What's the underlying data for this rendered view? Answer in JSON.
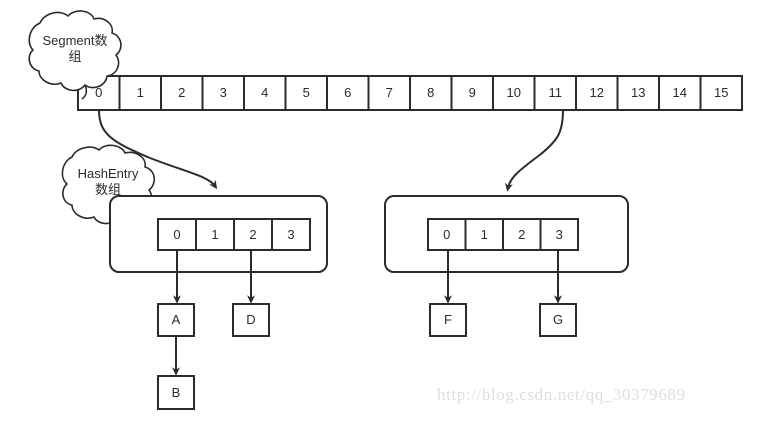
{
  "diagram": {
    "title": "ConcurrentHashMap segment and hash entry structure",
    "colors": {
      "stroke": "#2b2b2b",
      "fill": "#ffffff",
      "background": "#ffffff",
      "watermark": "#dedede"
    },
    "segment_array": {
      "label": "segment-array",
      "cells": [
        "0",
        "1",
        "2",
        "3",
        "4",
        "5",
        "6",
        "7",
        "8",
        "9",
        "10",
        "11",
        "12",
        "13",
        "14",
        "15"
      ]
    },
    "clouds": [
      {
        "name": "segment-array-callout",
        "lines": [
          "Segment数",
          "组"
        ],
        "text": "Segment数组"
      },
      {
        "name": "hashentry-array-callout",
        "lines": [
          "HashEntry",
          "数组"
        ],
        "text": "HashEntry数组"
      }
    ],
    "segments": [
      {
        "name": "segment-box-left",
        "source_index": "0",
        "hash_entries": [
          "0",
          "1",
          "2",
          "3"
        ],
        "chains": [
          {
            "from_entry": "0",
            "nodes": [
              "A",
              "B"
            ]
          },
          {
            "from_entry": "2",
            "nodes": [
              "D"
            ]
          }
        ]
      },
      {
        "name": "segment-box-right",
        "source_index": "11",
        "hash_entries": [
          "0",
          "1",
          "2",
          "3"
        ],
        "chains": [
          {
            "from_entry": "0",
            "nodes": [
              "F"
            ]
          },
          {
            "from_entry": "3",
            "nodes": [
              "G"
            ]
          }
        ]
      }
    ],
    "nodes": [
      {
        "name": "node-a",
        "label": "A"
      },
      {
        "name": "node-b",
        "label": "B"
      },
      {
        "name": "node-d",
        "label": "D"
      },
      {
        "name": "node-f",
        "label": "F"
      },
      {
        "name": "node-g",
        "label": "G"
      }
    ],
    "watermark": "http://blog.csdn.net/qq_30379689"
  }
}
